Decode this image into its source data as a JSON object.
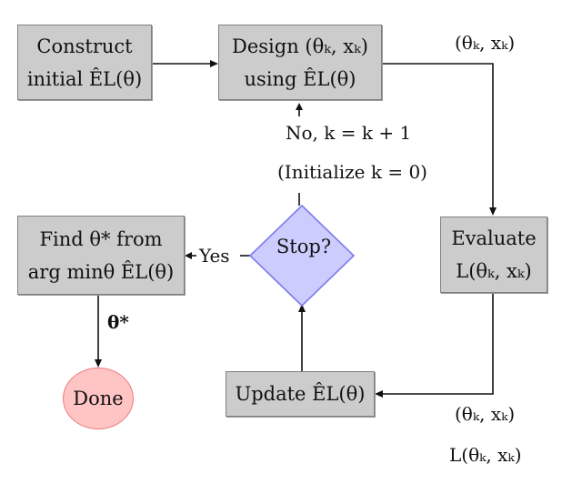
{
  "nodes": {
    "construct": {
      "line1": "Construct",
      "line2": "initial ÊL(θ)"
    },
    "design": {
      "line1": "Design (θₖ, xₖ)",
      "line2": "using ÊL(θ)"
    },
    "evaluate": {
      "line1": "Evaluate",
      "line2": "L(θₖ, xₖ)"
    },
    "update": {
      "label": "Update ÊL(θ)"
    },
    "stop": {
      "label": "Stop?"
    },
    "find": {
      "line1": "Find θ* from",
      "line2": "arg minθ ÊL(θ)"
    },
    "done": {
      "label": "Done"
    }
  },
  "edge_labels": {
    "design_to_evaluate": "(θₖ, xₖ)",
    "evaluate_to_update_1": "(θₖ, xₖ)",
    "evaluate_to_update_2": "L(θₖ, xₖ)",
    "stop_to_design_no": "No, k = k + 1",
    "initialize": "(Initialize k = 0)",
    "stop_to_find_yes": "Yes",
    "find_to_done": "θ*"
  },
  "colors": {
    "box_fill": "#cccccc",
    "box_border": "#808080",
    "decision_fill": "#ccccff",
    "decision_border": "#7b7bec",
    "terminal_fill": "#ffc4c4",
    "terminal_border": "#ec7a7a"
  }
}
